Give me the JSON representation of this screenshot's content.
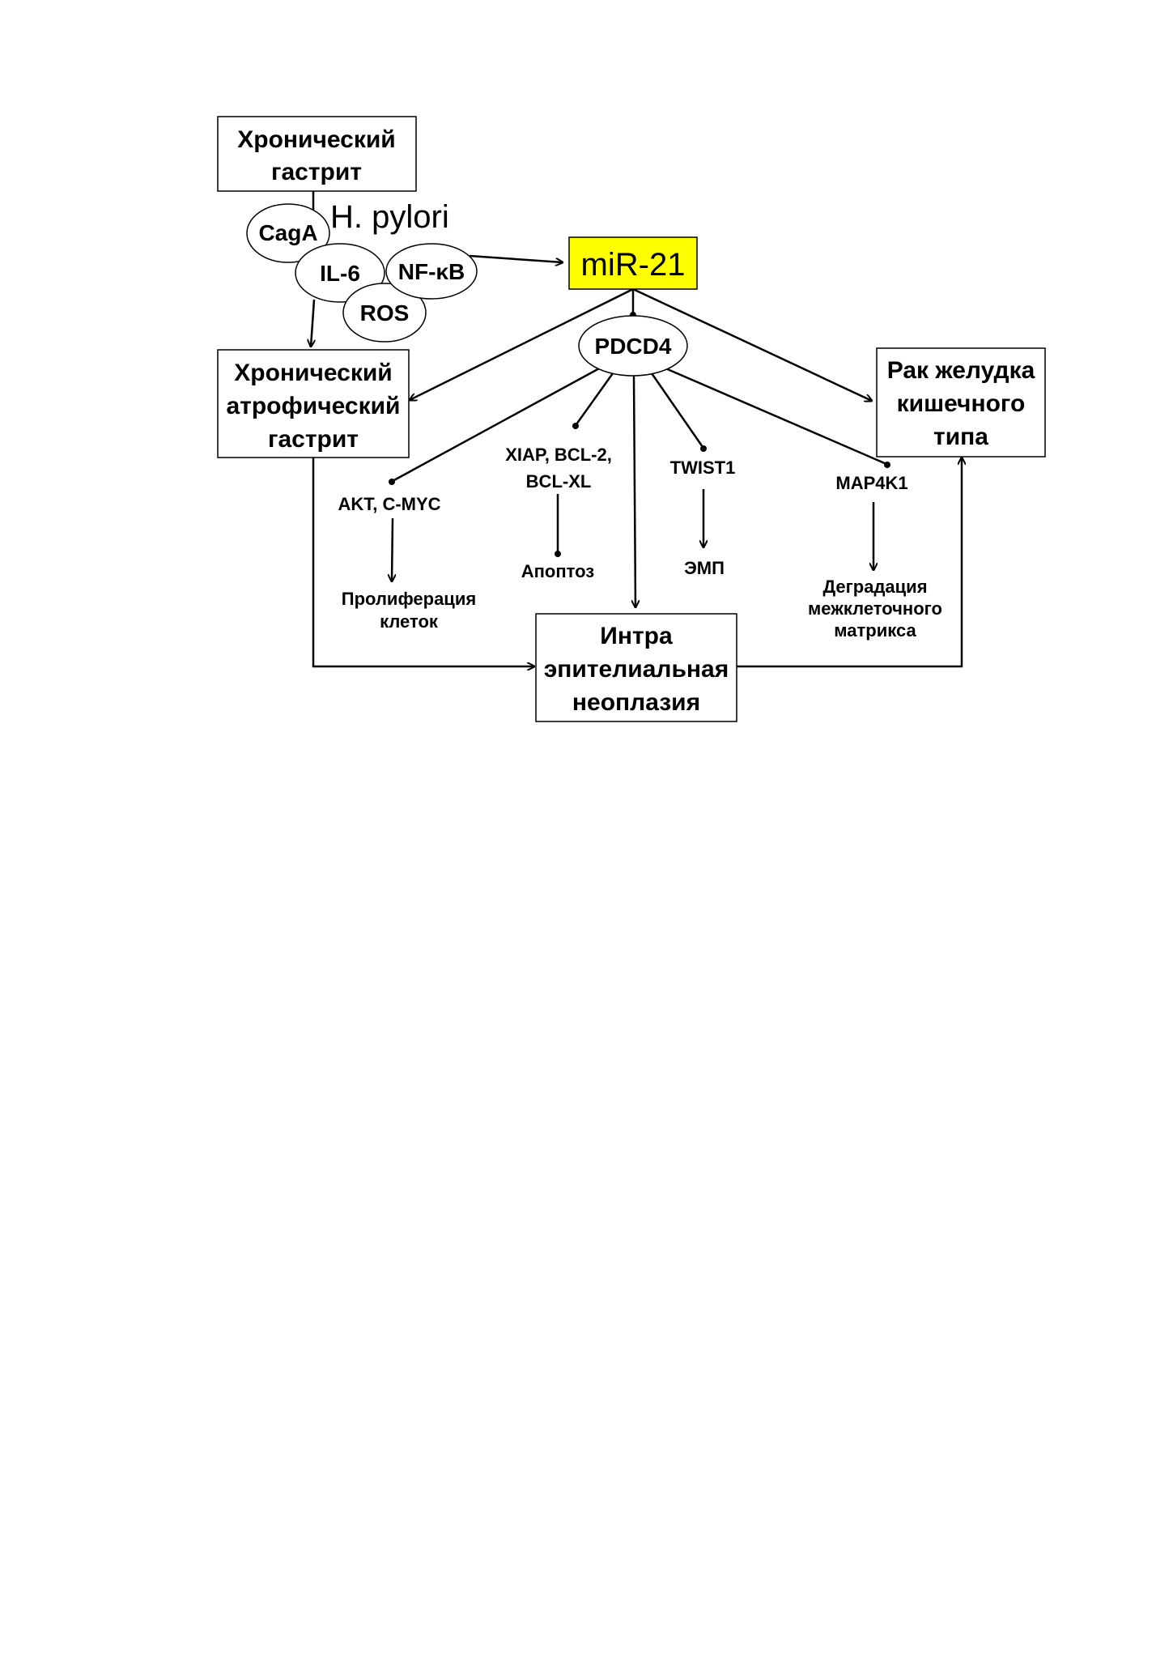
{
  "colors": {
    "highlight": "#ffff00",
    "line": "#000000",
    "background": "#ffffff"
  },
  "nodes": {
    "chronic_gastritis": [
      "Хронический",
      "гастрит"
    ],
    "h_pylori": "H. pylori",
    "caga": "CagA",
    "il6": "IL-6",
    "nfkb": "NF-κB",
    "ros": "ROS",
    "mir21": "miR-21",
    "pdcd4": "PDCD4",
    "atrophic_gastritis": [
      "Хронический",
      "атрофический",
      "гастрит"
    ],
    "gastric_cancer": [
      "Рак желудка",
      "кишечного",
      "типа"
    ],
    "neoplasia": [
      "Интра",
      "эпителиальная",
      "неоплазия"
    ]
  },
  "targets": {
    "akt_cmyc": "AKT, C-MYC",
    "xiap_bcl": [
      "XIAP, BCL-2,",
      "BCL-XL"
    ],
    "twist1": "TWIST1",
    "map4k1": "MAP4K1"
  },
  "outcomes": {
    "proliferation": [
      "Пролиферация",
      "клеток"
    ],
    "apoptosis": "Апоптоз",
    "emt": "ЭМП",
    "degradation": [
      "Деградация",
      "межклеточного",
      "матрикса"
    ]
  }
}
